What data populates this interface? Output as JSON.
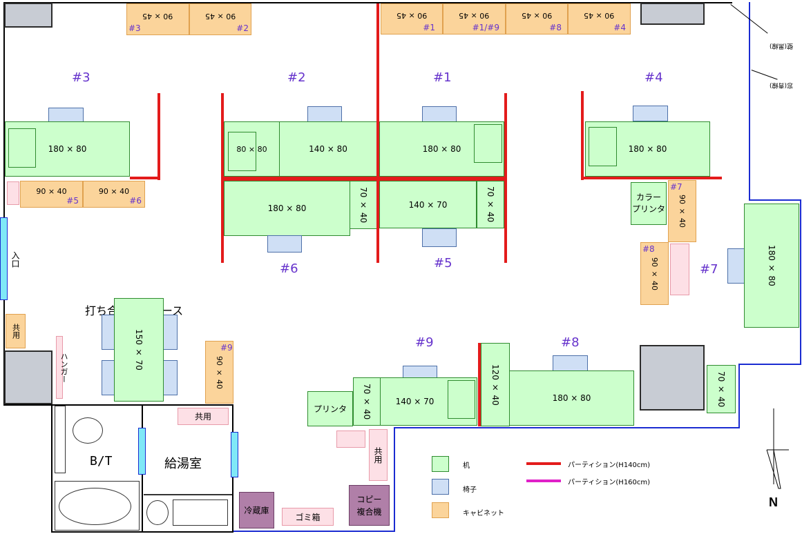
{
  "desk_labels": {
    "d3": "180 × 80",
    "d2a": "80 × 80",
    "d2b": "140 × 80",
    "d1": "180 × 80",
    "d4": "180 × 80",
    "d6": "180 × 80",
    "d6s": "70 × 40",
    "d5": "140 × 70",
    "d5s": "70 × 40",
    "d7": "180 × 80",
    "dmtg": "150 × 70",
    "d9s": "70 × 40",
    "d9": "140 × 70",
    "d8s": "120 × 40",
    "d8": "180 × 80",
    "dr": "70 × 40"
  },
  "cabinet_labels": {
    "top1": "90 × 45",
    "top2": "90 × 45",
    "top3": "90 × 45",
    "top4": "90 × 45",
    "top5": "90 × 45",
    "top6": "90 × 45",
    "left1": "90 × 40",
    "left2": "90 × 40",
    "r1": "90 × 40",
    "r2": "90 × 40",
    "mtg": "90 × 40"
  },
  "cabinet_tags": {
    "top1": "#3",
    "top2": "#2",
    "top3": "#1",
    "top4": "#1/#9",
    "top5": "#8",
    "top6": "#4",
    "left1": "#5",
    "left2": "#6",
    "r1": "#7",
    "r2": "#8",
    "mtg": "#9"
  },
  "seat_numbers": {
    "s3": "#3",
    "s2": "#2",
    "s1": "#1",
    "s4": "#4",
    "s6": "#6",
    "s5": "#5",
    "s7": "#7",
    "s9": "#9",
    "s8": "#8"
  },
  "rooms": {
    "entrance": "入口",
    "shared": "共用",
    "hanger": "ハンガー",
    "meeting": "打ち合わせスペース",
    "bt": "B/T",
    "kitchen": "給湯室",
    "shared2": "共用",
    "shared3": "共用",
    "fridge": "冷蔵庫",
    "trash": "ゴミ箱",
    "copier": "コピー\n複合機",
    "printer": "プリンタ",
    "color_printer": "カラー\nプリンタ"
  },
  "windows": {
    "w1": "壁(黒線)",
    "w2": "窓(青線)"
  },
  "legend": {
    "desk": "机",
    "chair": "椅子",
    "cabinet": "キャビネット",
    "p140": "パーティション(H140cm)",
    "p160": "パーティション(H160cm)"
  },
  "north": "N",
  "colors": {
    "desk": "#ccffcc",
    "chair": "#cfdff5",
    "cabinet": "#fbd49b",
    "partition": "#e31b1b",
    "partition_high": "#e020c8",
    "window": "#1a2bd1"
  }
}
